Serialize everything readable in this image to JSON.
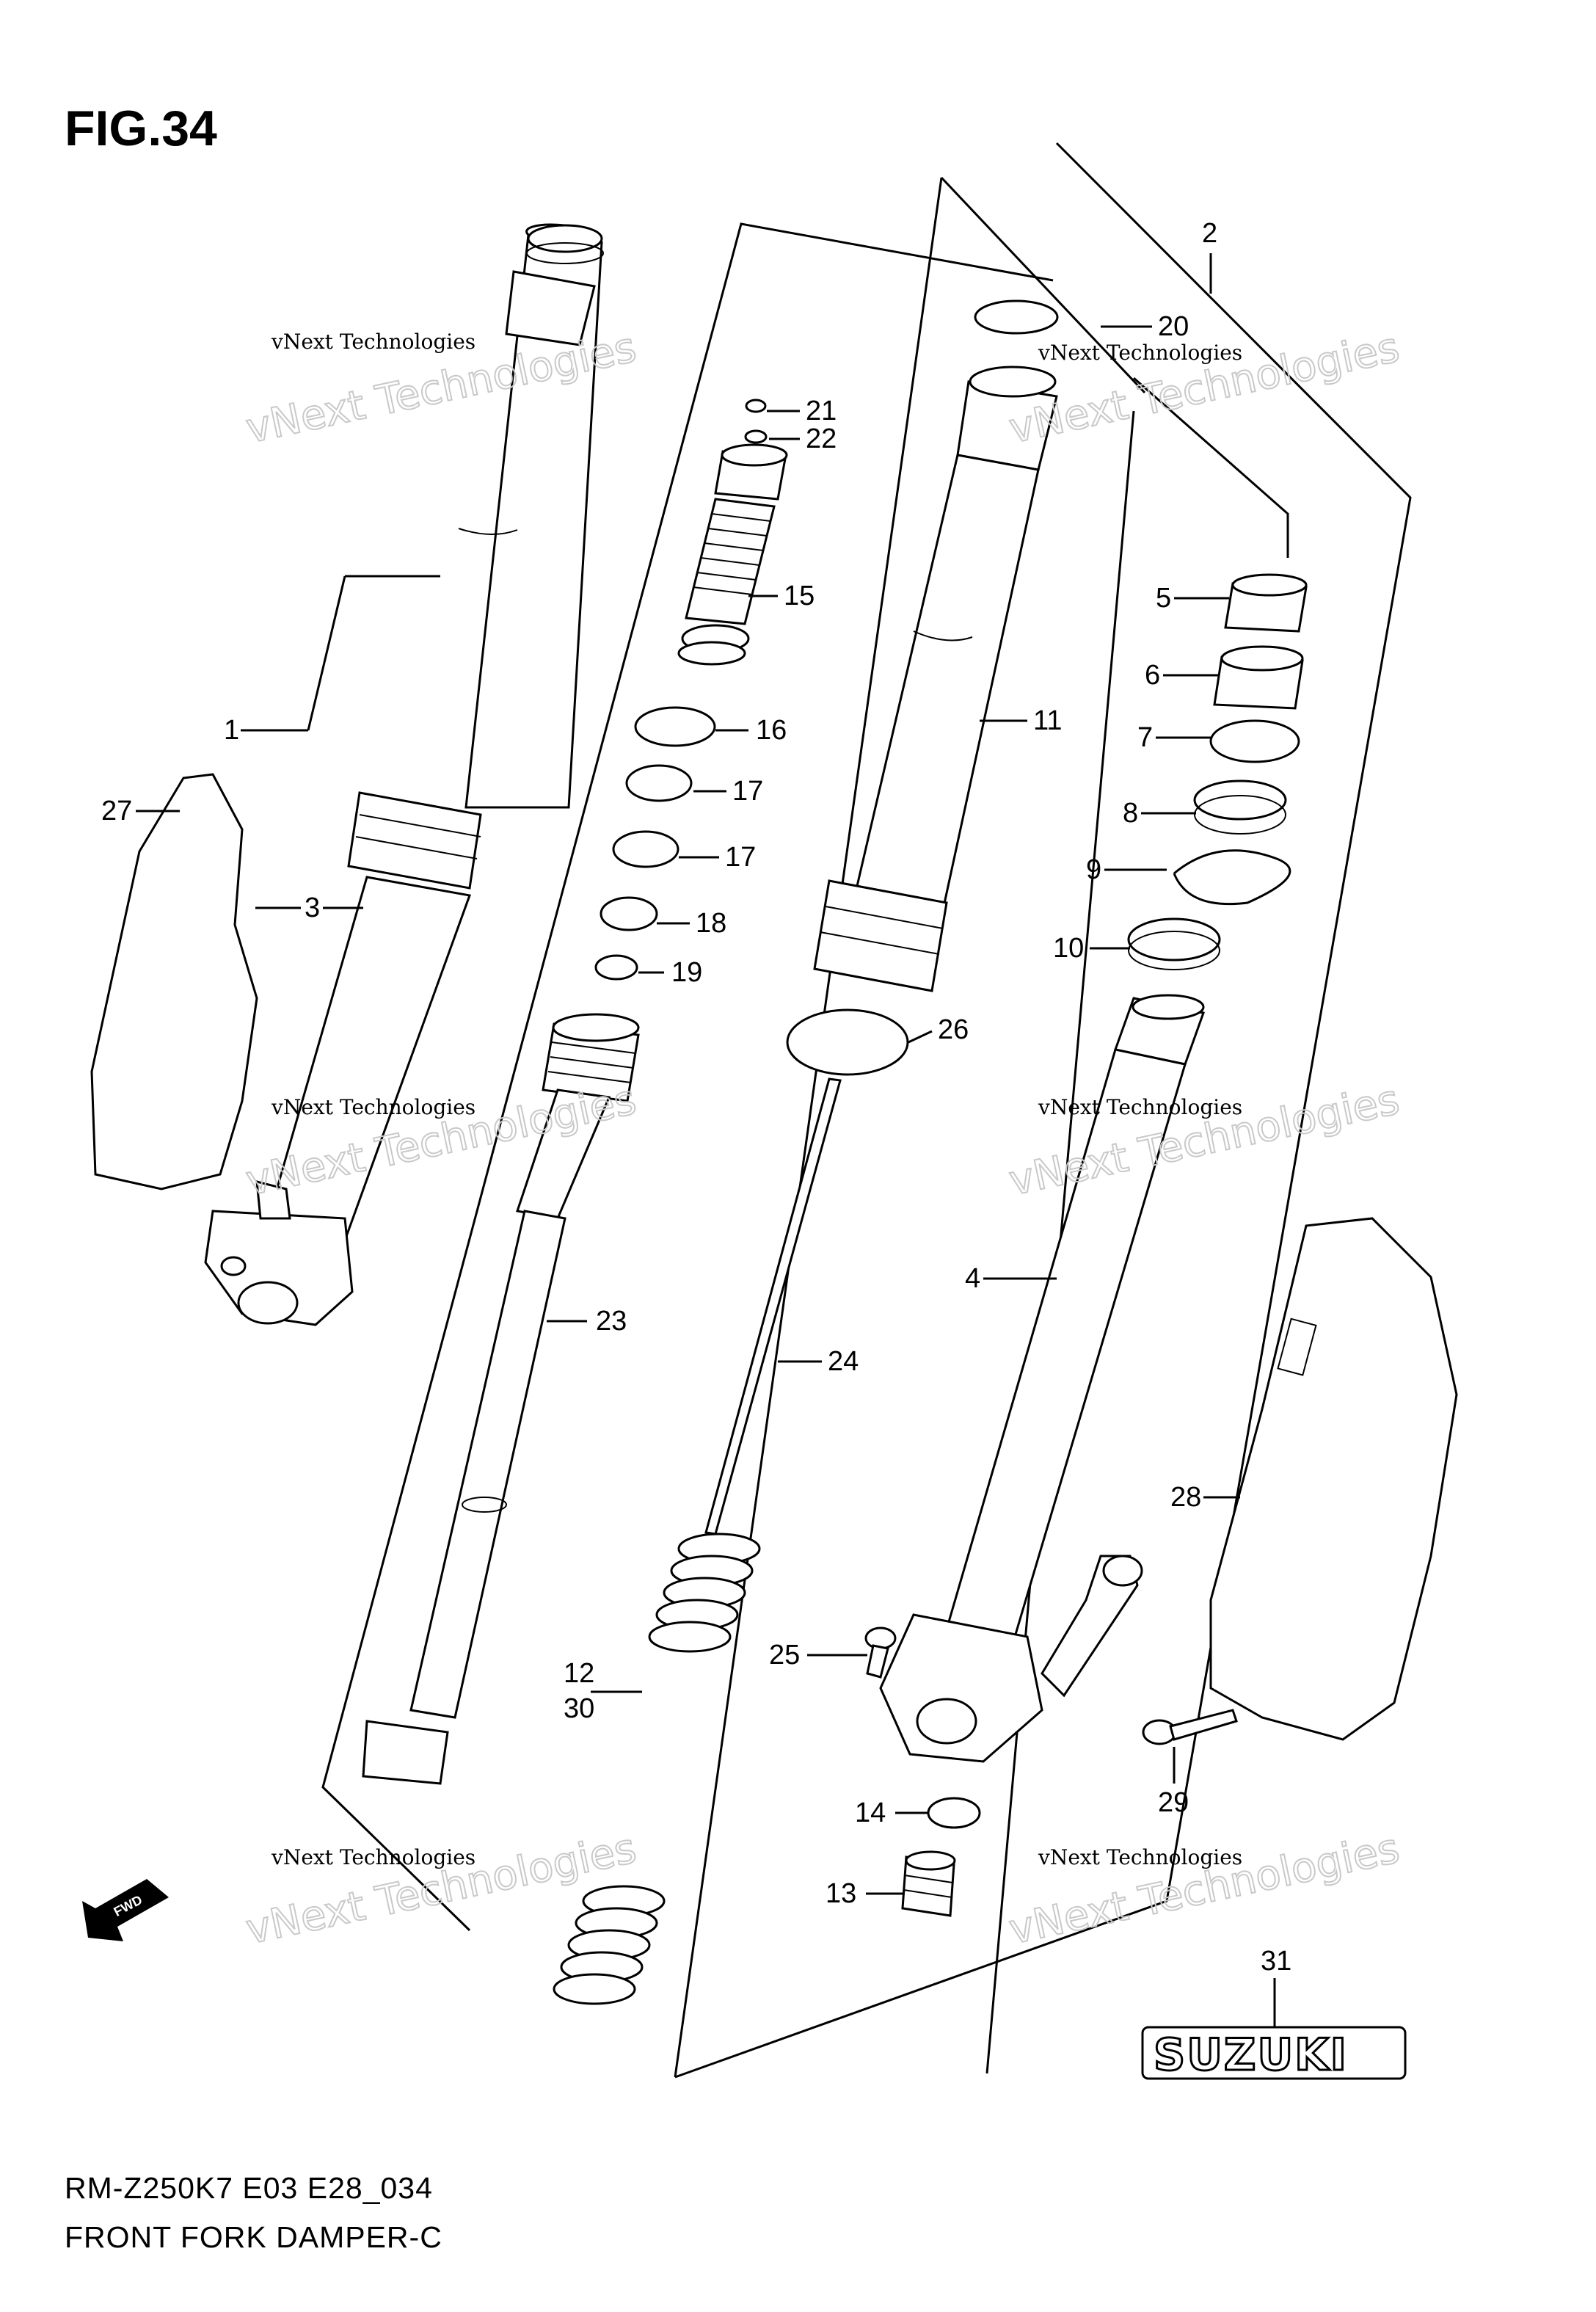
{
  "figure": {
    "title": "FIG.34",
    "model_code": "RM-Z250K7 E03 E28_034",
    "caption": "FRONT FORK DAMPER-C"
  },
  "watermark": {
    "text_small": "vNext Technologies",
    "text_big": "vNext Technologies"
  },
  "brand_label": "SUZUKI",
  "fwd_label": "FWD",
  "callouts": [
    {
      "id": "c1",
      "label": "1"
    },
    {
      "id": "c2",
      "label": "2"
    },
    {
      "id": "c3",
      "label": "3"
    },
    {
      "id": "c4",
      "label": "4"
    },
    {
      "id": "c5",
      "label": "5"
    },
    {
      "id": "c6",
      "label": "6"
    },
    {
      "id": "c7",
      "label": "7"
    },
    {
      "id": "c8",
      "label": "8"
    },
    {
      "id": "c9",
      "label": "9"
    },
    {
      "id": "c10",
      "label": "10"
    },
    {
      "id": "c11",
      "label": "11"
    },
    {
      "id": "c12",
      "label": "12"
    },
    {
      "id": "c30",
      "label": "30"
    },
    {
      "id": "c13",
      "label": "13"
    },
    {
      "id": "c14",
      "label": "14"
    },
    {
      "id": "c15",
      "label": "15"
    },
    {
      "id": "c16",
      "label": "16"
    },
    {
      "id": "c17a",
      "label": "17"
    },
    {
      "id": "c17b",
      "label": "17"
    },
    {
      "id": "c18",
      "label": "18"
    },
    {
      "id": "c19",
      "label": "19"
    },
    {
      "id": "c20",
      "label": "20"
    },
    {
      "id": "c21",
      "label": "21"
    },
    {
      "id": "c22",
      "label": "22"
    },
    {
      "id": "c23",
      "label": "23"
    },
    {
      "id": "c24",
      "label": "24"
    },
    {
      "id": "c25",
      "label": "25"
    },
    {
      "id": "c26",
      "label": "26"
    },
    {
      "id": "c27",
      "label": "27"
    },
    {
      "id": "c28",
      "label": "28"
    },
    {
      "id": "c29",
      "label": "29"
    },
    {
      "id": "c31",
      "label": "31"
    }
  ]
}
